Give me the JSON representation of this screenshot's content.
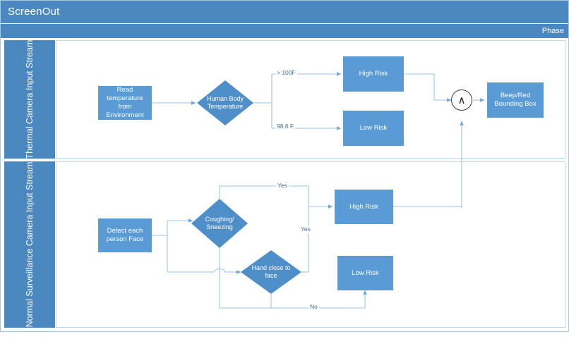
{
  "window": {
    "title": "ScreenOut",
    "phase_label": "Phase",
    "accent_color": "#4C88C0",
    "node_fill_color": "#5B9BD5",
    "connector_color": "#6FA8DC",
    "frame_border_color": "#A9C4DD"
  },
  "lanes": [
    {
      "id": "thermal",
      "label": "Thermal Camera Input\nStream"
    },
    {
      "id": "surveillance",
      "label": "Normal Surveillance Camera Input\nStream"
    }
  ],
  "nodes": [
    {
      "id": "read-temperature",
      "label": "Read temperature\nfrom Environment",
      "shape": "process",
      "lane": "thermal"
    },
    {
      "id": "human-body-temperature",
      "label": "Human Body\nTemperature",
      "shape": "decision",
      "lane": "thermal"
    },
    {
      "id": "high-risk-thermal",
      "label": "High Risk",
      "shape": "process",
      "lane": "thermal"
    },
    {
      "id": "low-risk-thermal",
      "label": "Low Risk",
      "shape": "process",
      "lane": "thermal"
    },
    {
      "id": "and-junction",
      "label": "∧",
      "shape": "circle",
      "lane": "thermal"
    },
    {
      "id": "beep-red-bounding-box",
      "label": "Beep/Red\nBounding Box",
      "shape": "process",
      "lane": "thermal"
    },
    {
      "id": "detect-each-person-face",
      "label": "Detect each\nperson Face",
      "shape": "process",
      "lane": "surveillance"
    },
    {
      "id": "coughing-sneezing",
      "label": "Coughing/\nSneezing",
      "shape": "decision",
      "lane": "surveillance"
    },
    {
      "id": "hand-close-to-face",
      "label": "Hand close to\nface",
      "shape": "decision",
      "lane": "surveillance"
    },
    {
      "id": "high-risk-surveillance",
      "label": "High Risk",
      "shape": "process",
      "lane": "surveillance"
    },
    {
      "id": "low-risk-surveillance",
      "label": "Low Risk",
      "shape": "process",
      "lane": "surveillance"
    }
  ],
  "edge_labels": {
    "over_100f": "> 100F",
    "normal_temp": "98.6 F",
    "coughing_yes": "Yes",
    "hand_yes": "Yes",
    "hand_no": "No"
  }
}
